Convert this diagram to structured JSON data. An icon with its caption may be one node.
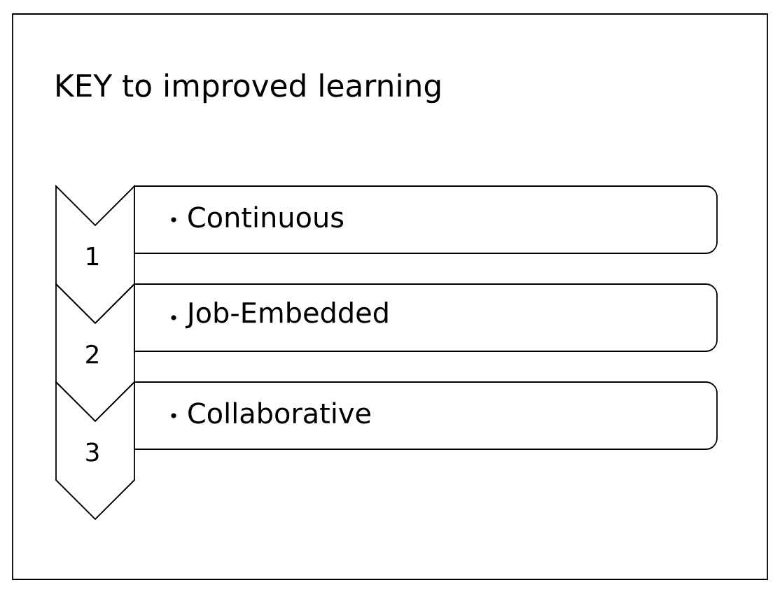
{
  "diagram": {
    "title": "KEY to improved learning",
    "nodes": [
      {
        "text": [
          "1"
        ]
      },
      {
        "text": [
          "Continuous"
        ]
      },
      {
        "text": [
          "2"
        ]
      },
      {
        "text": [
          "Job-Embedded"
        ]
      },
      {
        "text": [
          "3"
        ]
      },
      {
        "text": [
          "Collaborative"
        ]
      }
    ]
  }
}
